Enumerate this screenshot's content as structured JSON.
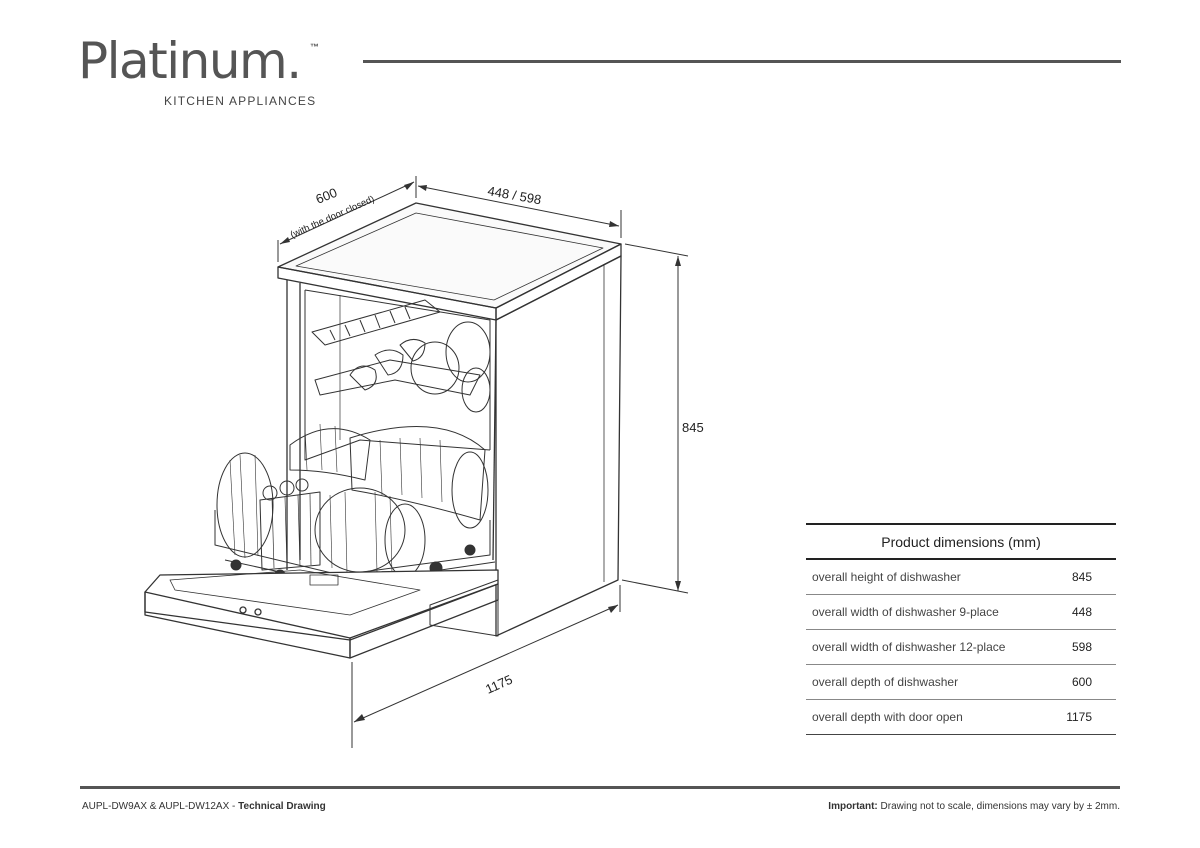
{
  "brand": {
    "name": "Platinum.",
    "trademark": "™",
    "tagline": "KITCHEN APPLIANCES"
  },
  "drawing": {
    "depth_label": "600",
    "depth_note": "(with the door closed)",
    "width_label": "448 / 598",
    "height_label": "845",
    "open_depth_label": "1175"
  },
  "table": {
    "title": "Product dimensions (mm)",
    "rows": [
      {
        "label": "overall height of dishwasher",
        "value": "845"
      },
      {
        "label": "overall width of dishwasher 9-place",
        "value": "448"
      },
      {
        "label": "overall width of dishwasher 12-place",
        "value": "598"
      },
      {
        "label": "overall depth of dishwasher",
        "value": "600"
      },
      {
        "label": "overall depth with door open",
        "value": "1175"
      }
    ]
  },
  "footer": {
    "models": "AUPL-DW9AX  &  AUPL-DW12AX - ",
    "doc_type": "Technical Drawing",
    "important_label": "Important:",
    "important_text": " Drawing not to scale, dimensions may vary by ± 2mm."
  }
}
